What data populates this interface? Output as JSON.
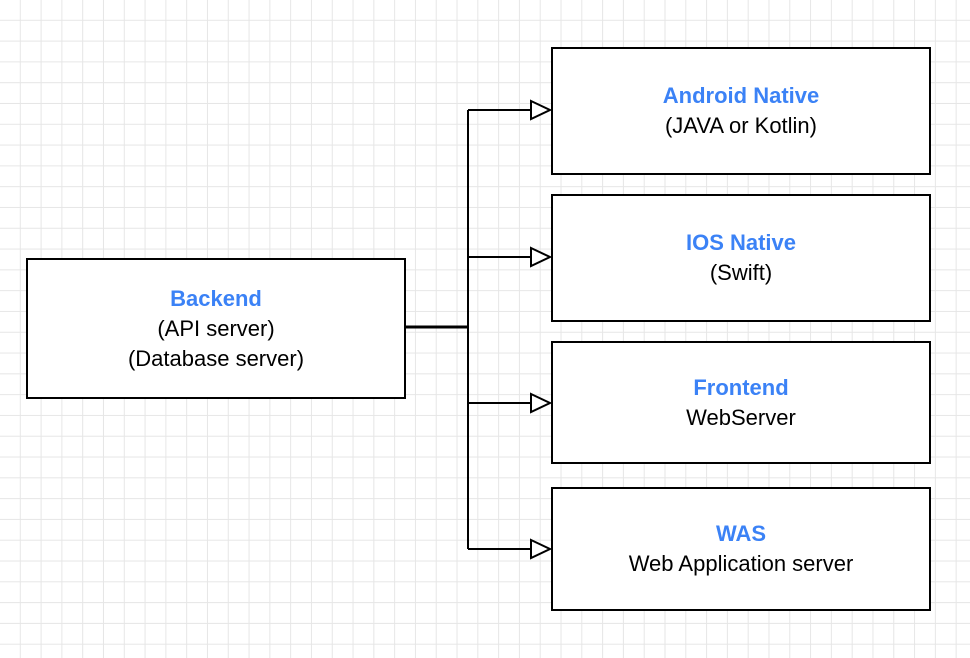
{
  "colors": {
    "title": "#3b82f6",
    "stroke": "#000000",
    "grid": "#e6e6e6"
  },
  "source": {
    "title": "Backend",
    "lines": [
      "(API server)",
      "(Database server)"
    ]
  },
  "targets": [
    {
      "title": "Android Native",
      "lines": [
        "(JAVA or Kotlin)"
      ]
    },
    {
      "title": "IOS Native",
      "lines": [
        "(Swift)"
      ]
    },
    {
      "title": "Frontend",
      "lines": [
        "WebServer"
      ]
    },
    {
      "title": "WAS",
      "lines": [
        "Web Application server"
      ]
    }
  ]
}
